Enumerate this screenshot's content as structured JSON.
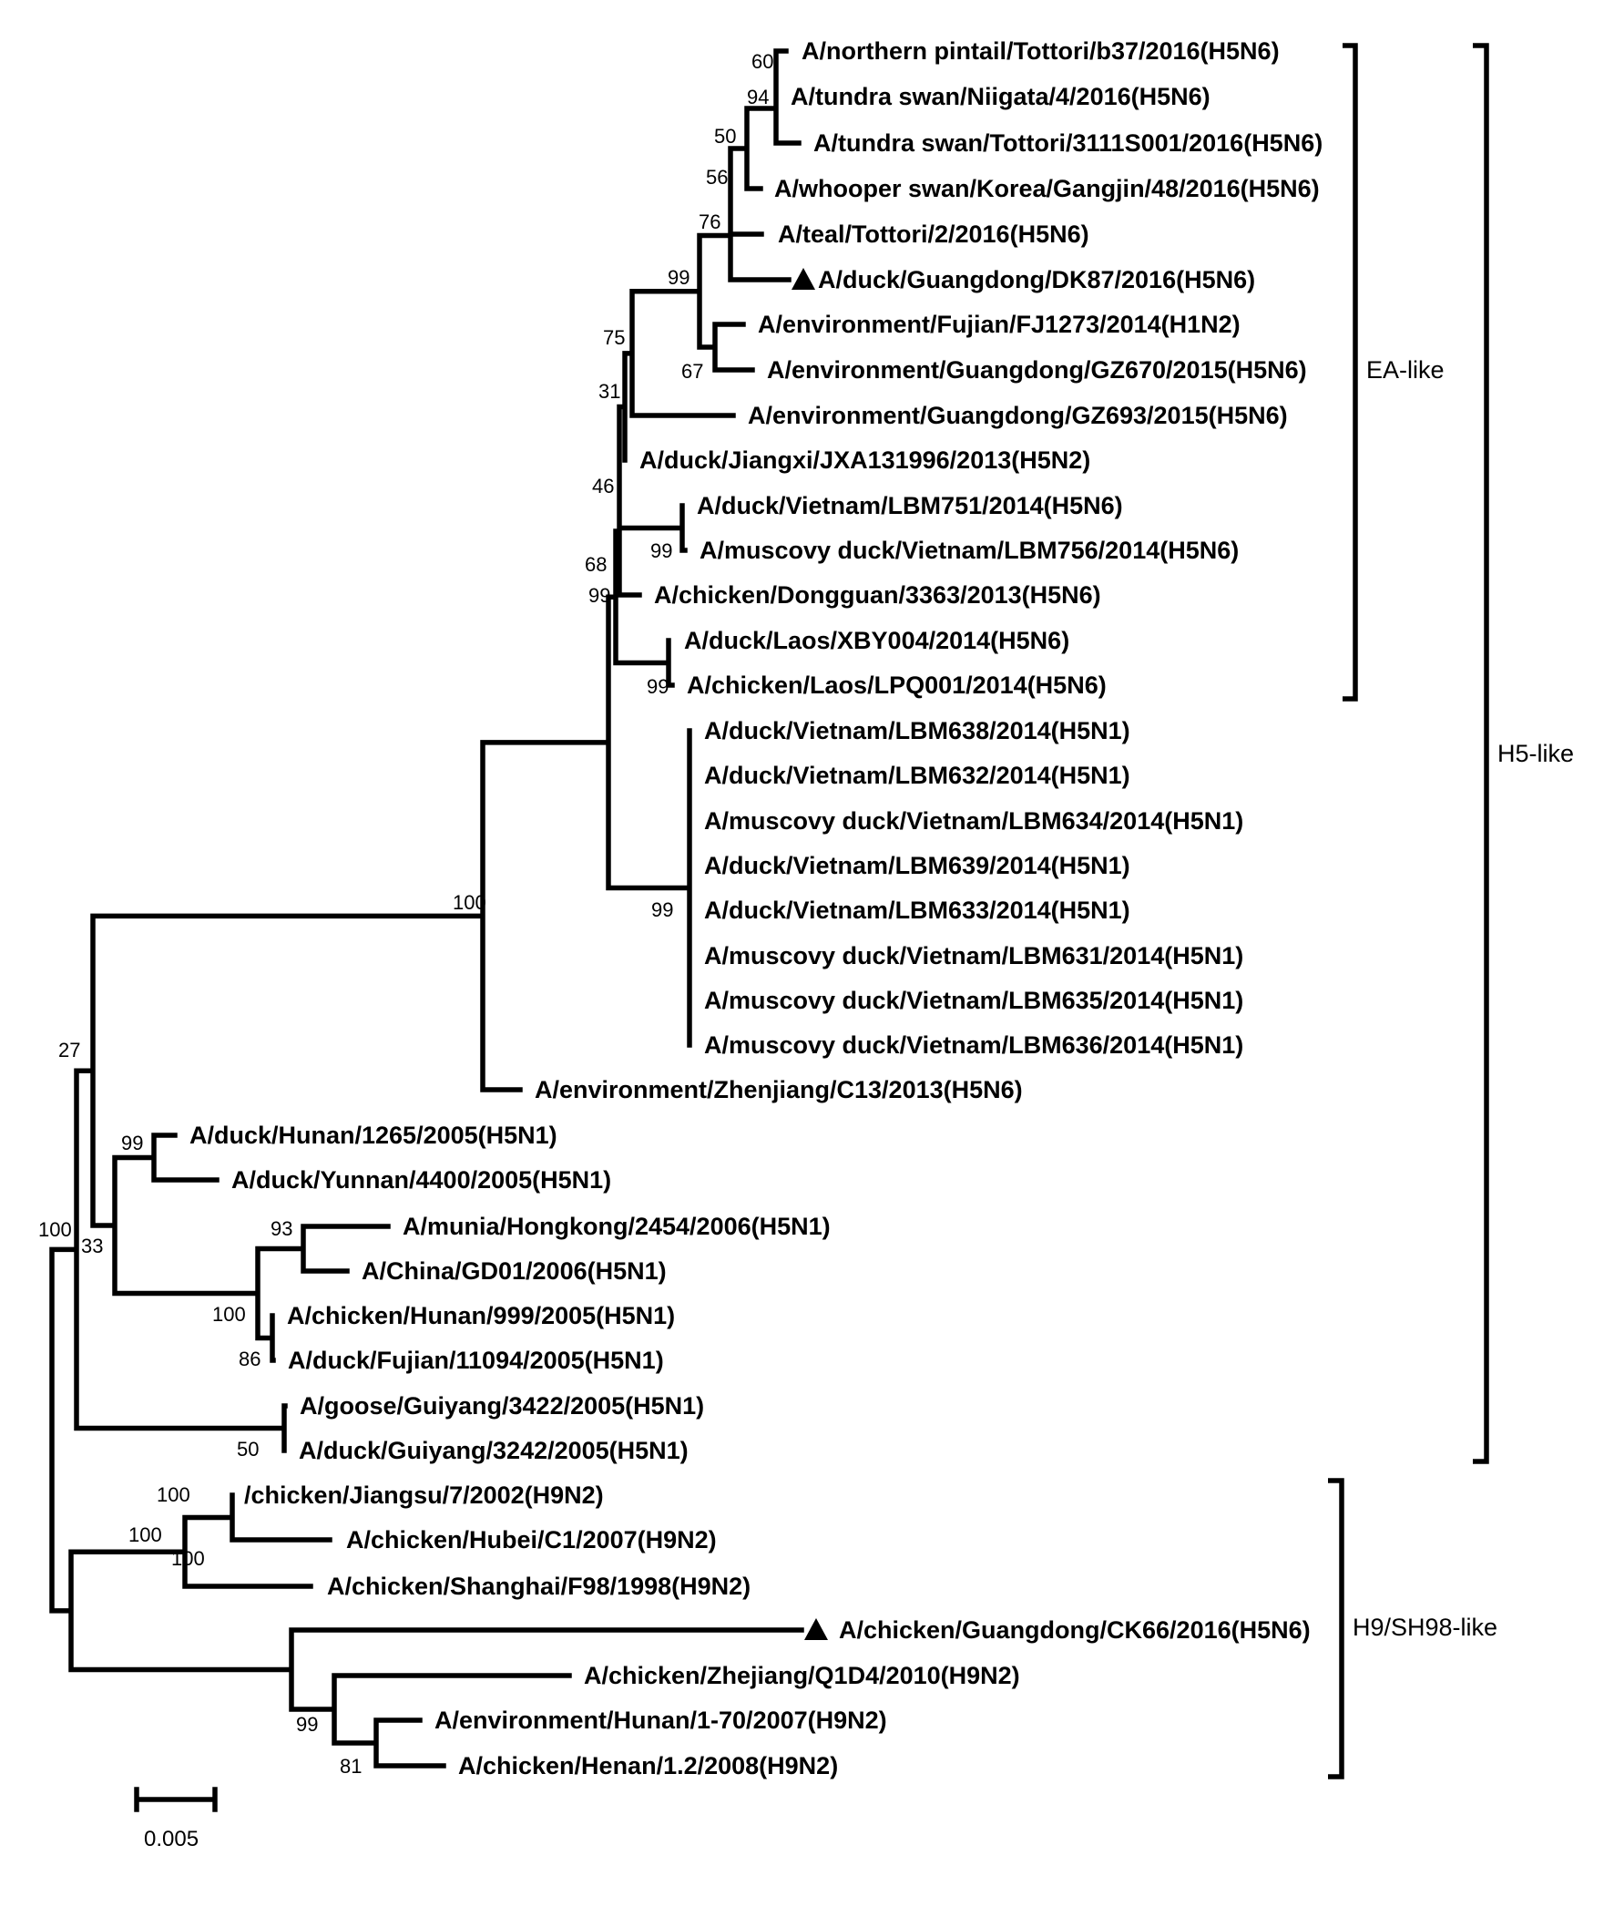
{
  "leaves": [
    "A/northern pintail/Tottori/b37/2016(H5N6)",
    "A/tundra swan/Niigata/4/2016(H5N6)",
    "A/tundra swan/Tottori/3111S001/2016(H5N6)",
    "A/whooper swan/Korea/Gangjin/48/2016(H5N6)",
    "A/teal/Tottori/2/2016(H5N6)",
    "A/duck/Guangdong/DK87/2016(H5N6)",
    "A/environment/Fujian/FJ1273/2014(H1N2)",
    "A/environment/Guangdong/GZ670/2015(H5N6)",
    "A/environment/Guangdong/GZ693/2015(H5N6)",
    "A/duck/Jiangxi/JXA131996/2013(H5N2)",
    "A/duck/Vietnam/LBM751/2014(H5N6)",
    "A/muscovy duck/Vietnam/LBM756/2014(H5N6)",
    "A/chicken/Dongguan/3363/2013(H5N6)",
    "A/duck/Laos/XBY004/2014(H5N6)",
    "A/chicken/Laos/LPQ001/2014(H5N6)",
    "A/duck/Vietnam/LBM638/2014(H5N1)",
    "A/duck/Vietnam/LBM632/2014(H5N1)",
    "A/muscovy duck/Vietnam/LBM634/2014(H5N1)",
    "A/duck/Vietnam/LBM639/2014(H5N1)",
    "A/duck/Vietnam/LBM633/2014(H5N1)",
    "A/muscovy duck/Vietnam/LBM631/2014(H5N1)",
    "A/muscovy duck/Vietnam/LBM635/2014(H5N1)",
    "A/muscovy duck/Vietnam/LBM636/2014(H5N1)",
    "A/environment/Zhenjiang/C13/2013(H5N6)",
    "A/duck/Hunan/1265/2005(H5N1)",
    "A/duck/Yunnan/4400/2005(H5N1)",
    "A/munia/Hongkong/2454/2006(H5N1)",
    "A/China/GD01/2006(H5N1)",
    "A/chicken/Hunan/999/2005(H5N1)",
    "A/duck/Fujian/11094/2005(H5N1)",
    "A/goose/Guiyang/3422/2005(H5N1)",
    "A/duck/Guiyang/3242/2005(H5N1)",
    "/chicken/Jiangsu/7/2002(H9N2)",
    "A/chicken/Hubei/C1/2007(H9N2)",
    "A/chicken/Shanghai/F98/1998(H9N2)",
    "A/chicken/Guangdong/CK66/2016(H5N6)",
    "A/chicken/Zhejiang/Q1D4/2010(H9N2)",
    "A/environment/Hunan/1-70/2007(H9N2)",
    "A/chicken/Henan/1.2/2008(H9N2)"
  ],
  "marked_leaves": [
    5,
    35
  ],
  "marker_icon": "triangle-icon",
  "support_values": [
    "60",
    "94",
    "50",
    "56",
    "76",
    "99",
    "67",
    "75",
    "31",
    "46",
    "99",
    "68",
    "99",
    "99",
    "99",
    "100",
    "27",
    "99",
    "93",
    "100",
    "86",
    "33",
    "100",
    "50",
    "100",
    "100",
    "100",
    "81",
    "99"
  ],
  "clades": [
    "EA-like",
    "H5-like",
    "H9/SH98-like"
  ],
  "scale_bar": "0.005"
}
